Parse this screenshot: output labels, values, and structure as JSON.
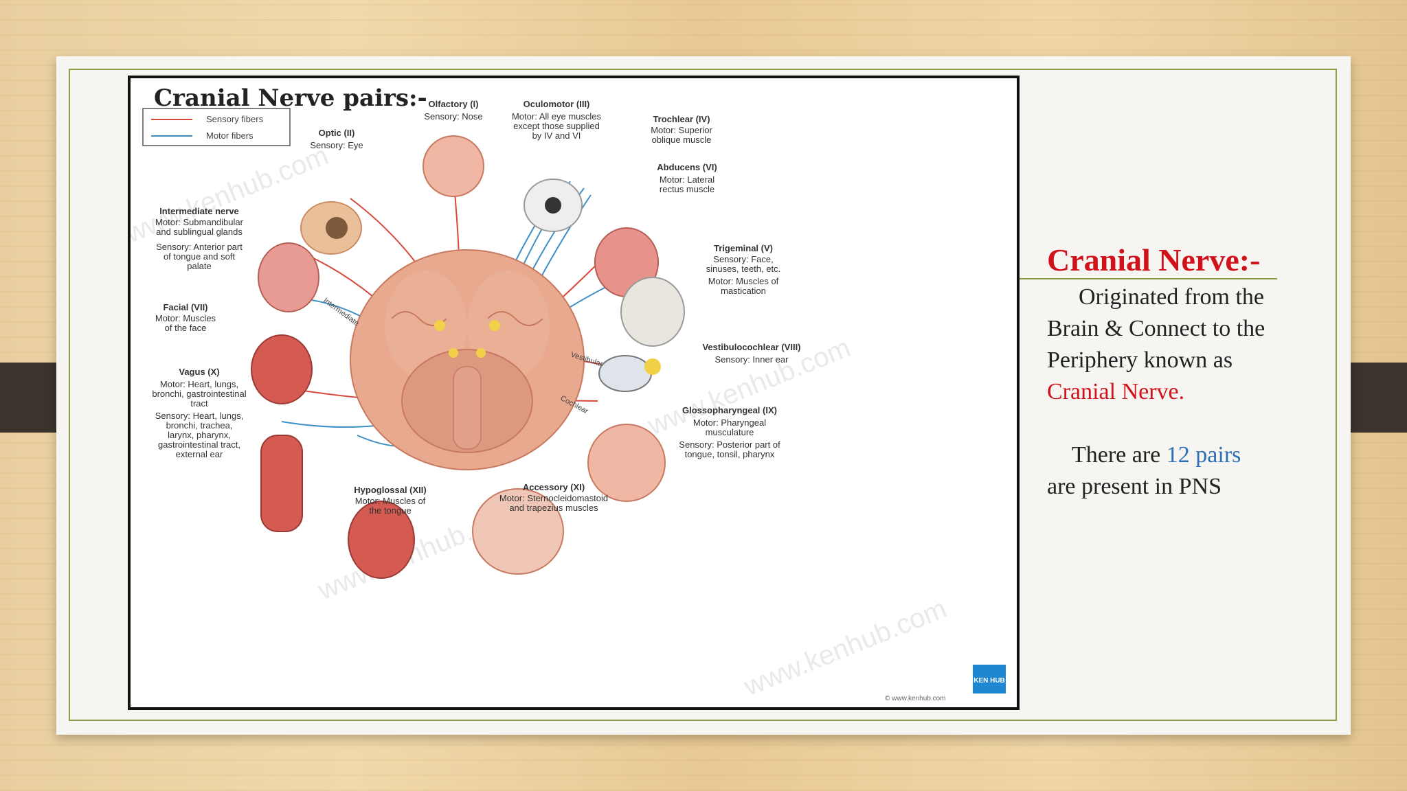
{
  "figure": {
    "title": "Cranial Nerve pairs:-",
    "legend": [
      {
        "label": "Sensory fibers",
        "color": "#d9473a"
      },
      {
        "label": "Motor fibers",
        "color": "#3d8fc4"
      }
    ],
    "nerves": {
      "olfactory": {
        "name": "Olfactory (I)",
        "l1": "Sensory: Nose",
        "l2": "",
        "l3": ""
      },
      "oculomotor": {
        "name": "Oculomotor (III)",
        "l1": "Motor: All eye muscles",
        "l2": "except those supplied",
        "l3": "by IV and VI"
      },
      "trochlear": {
        "name": "Trochlear (IV)",
        "l1": "Motor: Superior",
        "l2": "oblique muscle",
        "l3": ""
      },
      "optic": {
        "name": "Optic (II)",
        "l1": "Sensory: Eye",
        "l2": "",
        "l3": ""
      },
      "abducens": {
        "name": "Abducens (VI)",
        "l1": "Motor: Lateral",
        "l2": "rectus muscle",
        "l3": ""
      },
      "intermediate": {
        "name": "Intermediate nerve",
        "l1": "Motor: Submandibular",
        "l2": "and sublingual glands",
        "l3": "Sensory: Anterior part",
        "l4": "of tongue and soft",
        "l5": "palate"
      },
      "trigeminal": {
        "name": "Trigeminal (V)",
        "l1": "Sensory: Face,",
        "l2": "sinuses, teeth, etc.",
        "l3": "Motor: Muscles of",
        "l4": "mastication"
      },
      "facial": {
        "name": "Facial (VII)",
        "l1": "Motor: Muscles",
        "l2": "of the face",
        "l3": ""
      },
      "vestibulocochlear": {
        "name": "Vestibulocochlear (VIII)",
        "l1": "Sensory: Inner ear",
        "l2": "",
        "l3": ""
      },
      "vagus": {
        "name": "Vagus (X)",
        "l1": "Motor: Heart, lungs,",
        "l2": "bronchi, gastrointestinal",
        "l3": "tract",
        "l4": "Sensory: Heart, lungs,",
        "l5": "bronchi, trachea,",
        "l6": "larynx, pharynx,",
        "l7": "gastrointestinal tract,",
        "l8": "external ear"
      },
      "glossopharyngeal": {
        "name": "Glossopharyngeal (IX)",
        "l1": "Motor: Pharyngeal",
        "l2": "musculature",
        "l3": "Sensory: Posterior part of",
        "l4": "tongue, tonsil, pharynx"
      },
      "hypoglossal": {
        "name": "Hypoglossal (XII)",
        "l1": "Motor: Muscles of",
        "l2": "the tongue",
        "l3": ""
      },
      "accessory": {
        "name": "Accessory (XI)",
        "l1": "Motor: Sternocleidomastoid",
        "l2": "and trapezius muscles",
        "l3": ""
      }
    },
    "branch_labels": {
      "intermediate": "Intermediate",
      "vestibular": "Vestibular",
      "cochlear": "Cochlear"
    },
    "watermark": "www.kenhub.com",
    "logo": "KEN HUB",
    "credit": "© www.kenhub.com"
  },
  "side": {
    "title": "Cranial Nerve:-",
    "p1_a": "Originated from the Brain & Connect to the Periphery known as ",
    "p1_red": "Cranial Nerve.",
    "p2_a": "There are ",
    "p2_blue": "12 pairs",
    "p2_b": " are present in PNS"
  },
  "colors": {
    "accent_red": "#d0121b",
    "accent_blue": "#2b6fb6",
    "frame_green": "#8b9c44"
  }
}
